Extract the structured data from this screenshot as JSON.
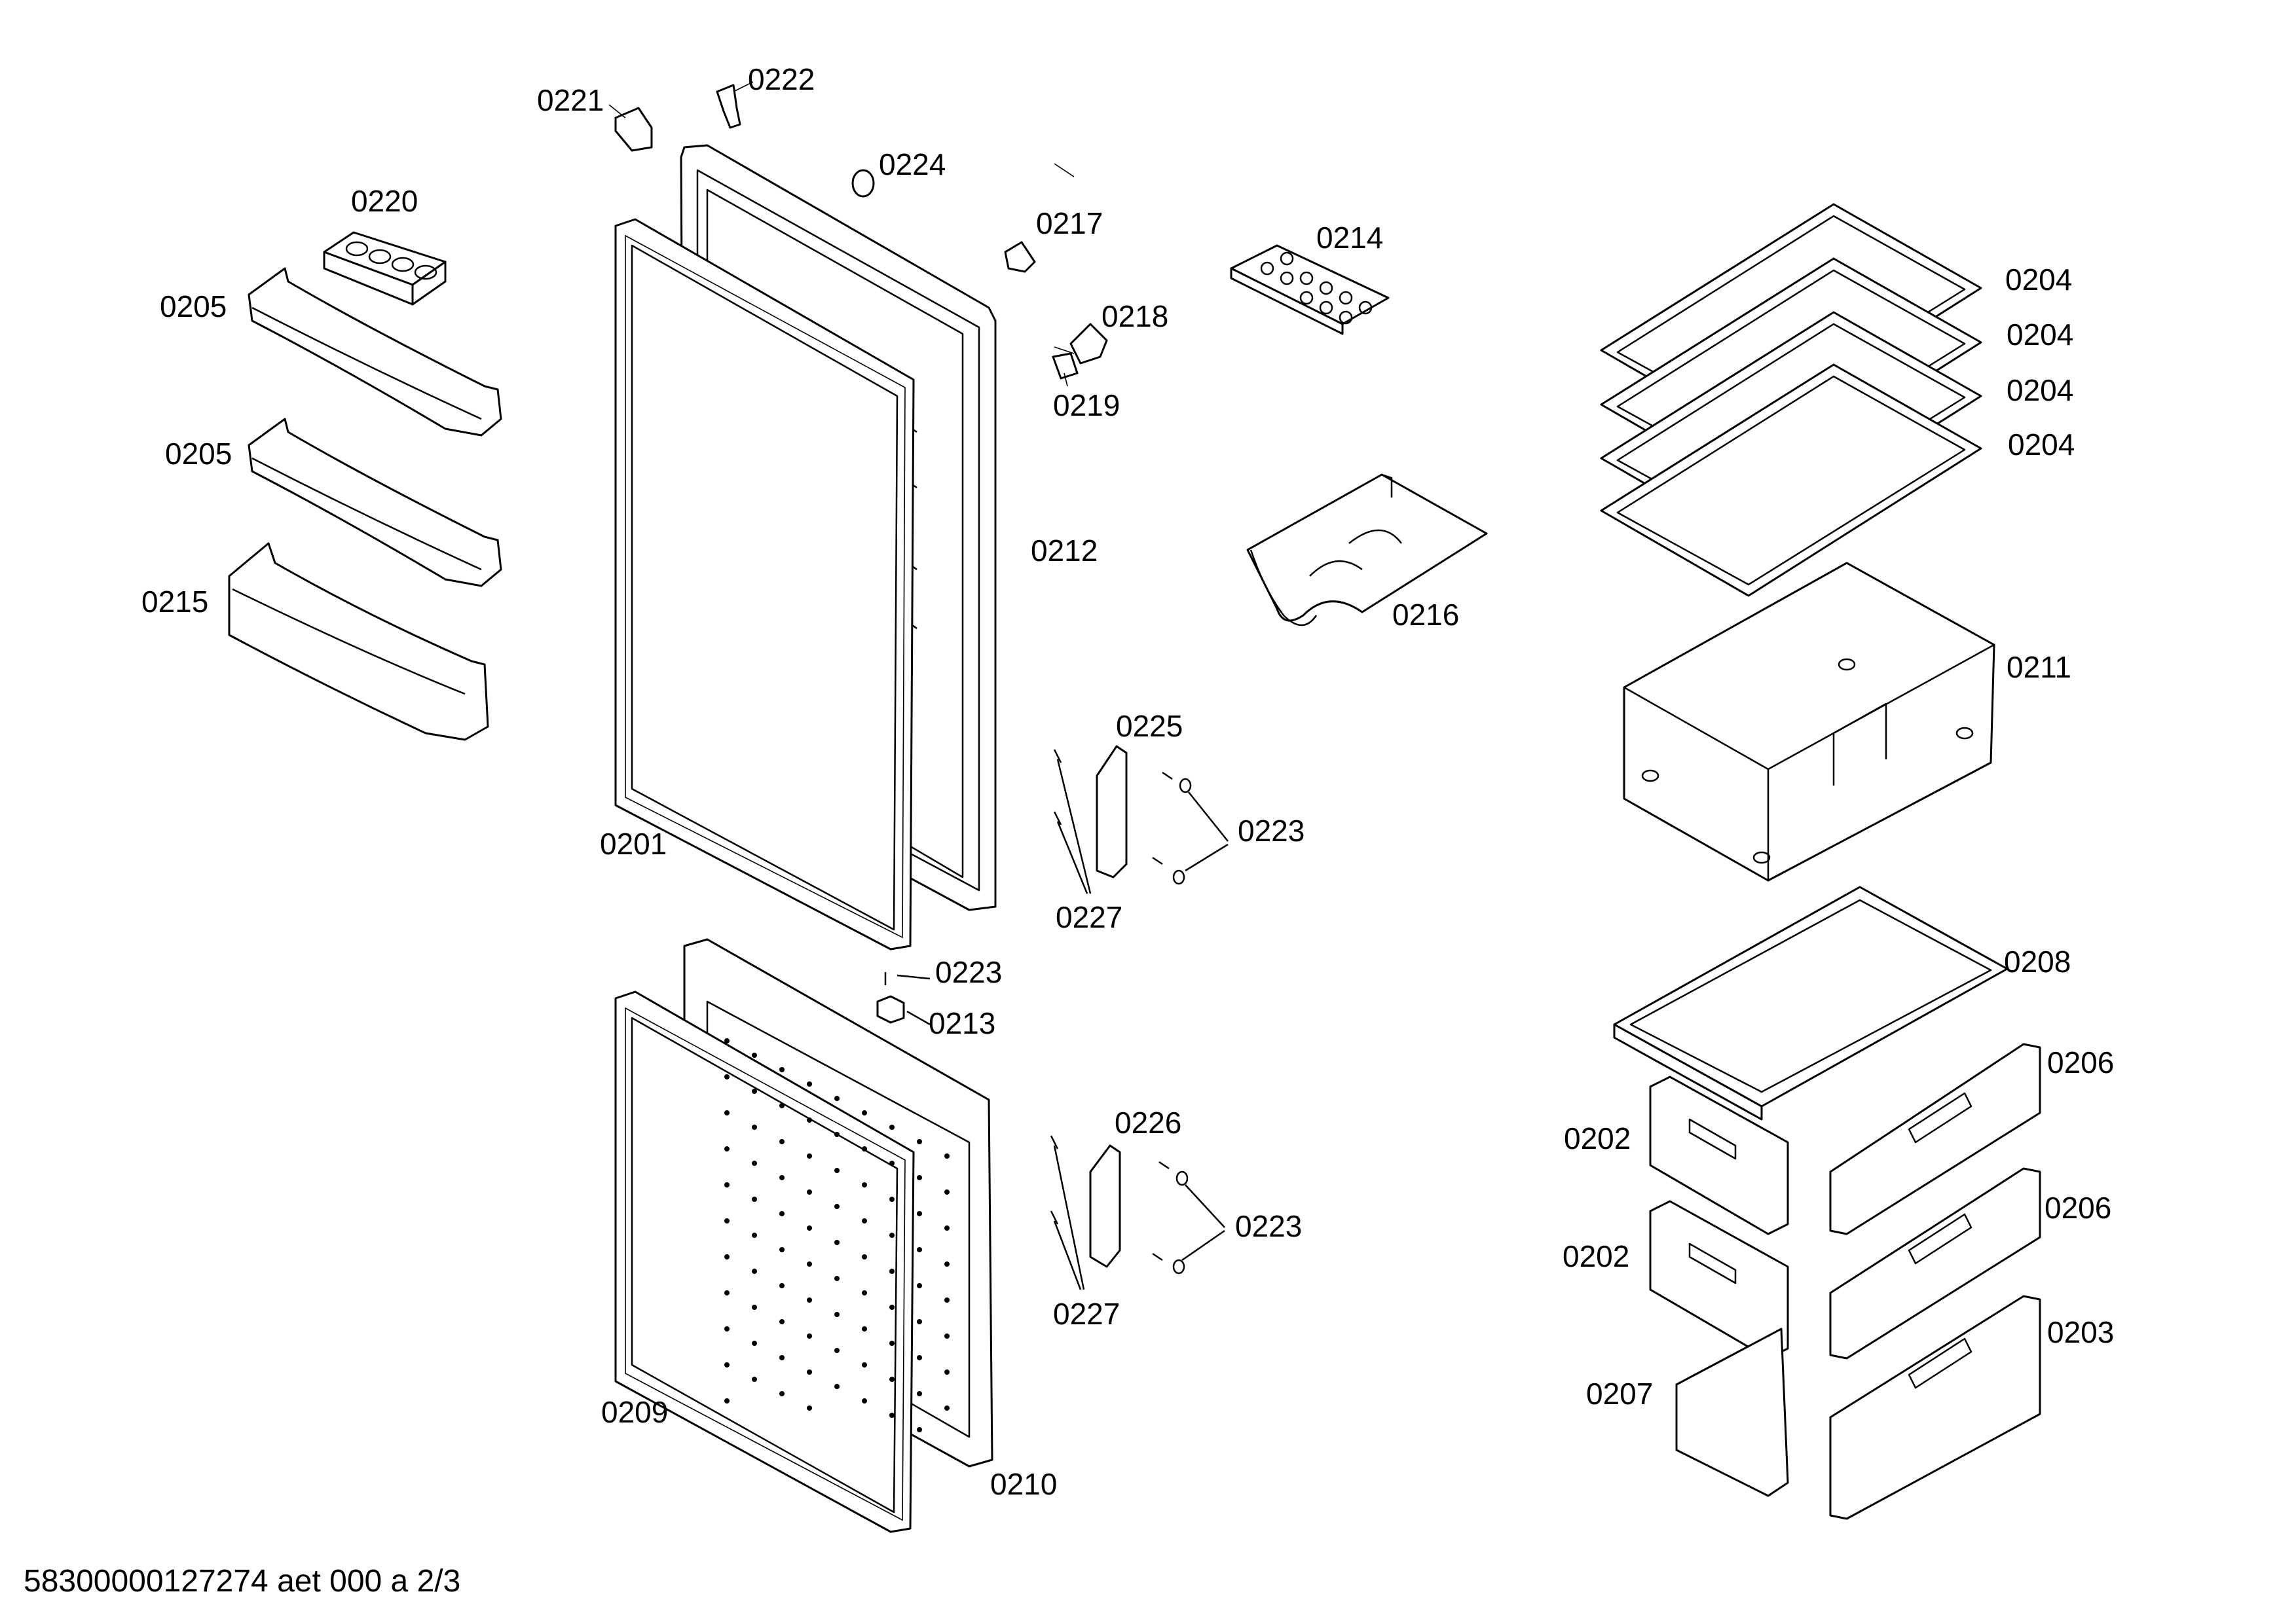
{
  "diagram": {
    "labels": {
      "p0221": "0221",
      "p0222": "0222",
      "p0224": "0224",
      "p0220": "0220",
      "p0205a": "0205",
      "p0205b": "0205",
      "p0215": "0215",
      "p0217": "0217",
      "p0218": "0218",
      "p0219": "0219",
      "p0214": "0214",
      "p0212": "0212",
      "p0216": "0216",
      "p0204a": "0204",
      "p0204b": "0204",
      "p0204c": "0204",
      "p0204d": "0204",
      "p0211": "0211",
      "p0201": "0201",
      "p0225": "0225",
      "p0223a": "0223",
      "p0227a": "0227",
      "p0223b": "0223",
      "p0213": "0213",
      "p0208": "0208",
      "p0206a": "0206",
      "p0202a": "0202",
      "p0206b": "0206",
      "p0202b": "0202",
      "p0203": "0203",
      "p0207": "0207",
      "p0226": "0226",
      "p0223c": "0223",
      "p0227b": "0227",
      "p0209": "0209",
      "p0210": "0210"
    },
    "footer": "58300000127274 aet 000 a 2/3"
  }
}
